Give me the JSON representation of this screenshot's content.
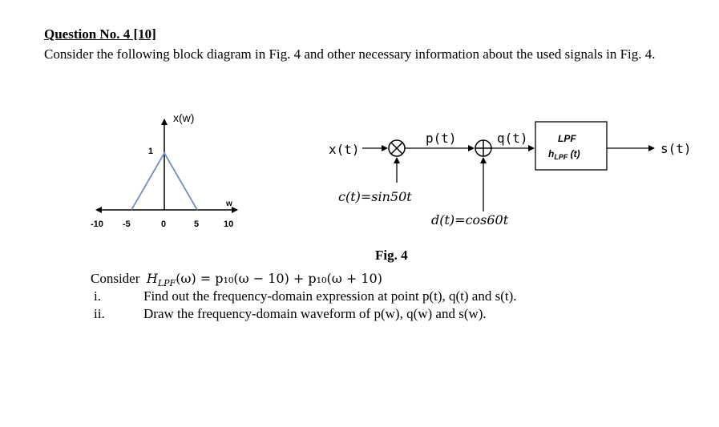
{
  "question": {
    "title": "Question No. 4 [10]",
    "intro": "Consider the following block diagram in Fig. 4 and other necessary information about the used signals in Fig. 4."
  },
  "spectrum_plot": {
    "title": "x(w)",
    "peak_label": "1",
    "axis_label": "w",
    "ticks": [
      "-10",
      "-5",
      "0",
      "5",
      "10"
    ]
  },
  "block_diagram": {
    "input_label": "x(t)",
    "carrier_label": "c(t)=sin50t",
    "p_label": "p(t)",
    "q_label": "q(t)",
    "adder_input_label": "d(t)=cos60t",
    "lpf_title": "LPF",
    "lpf_sub": "h",
    "lpf_sub_index": "LPF",
    "lpf_sub_arg": " (t)",
    "output_label": "s(t)"
  },
  "figure": {
    "caption": "Fig. 4"
  },
  "consider": {
    "prefix": "Consider",
    "equation": "H_LPF(ω) = p₁₀(ω − 10) + p₁₀(ω + 10)",
    "eq_H": "H",
    "eq_sub": "LPF",
    "eq_rest": "(ω) = p₁₀(ω − 10) + p₁₀(ω + 10)"
  },
  "items": [
    {
      "num": "i.",
      "text": "Find out the frequency-domain expression at point p(t), q(t) and s(t)."
    },
    {
      "num": "ii.",
      "text": "Draw the frequency-domain waveform of p(w), q(w) and s(w)."
    }
  ]
}
